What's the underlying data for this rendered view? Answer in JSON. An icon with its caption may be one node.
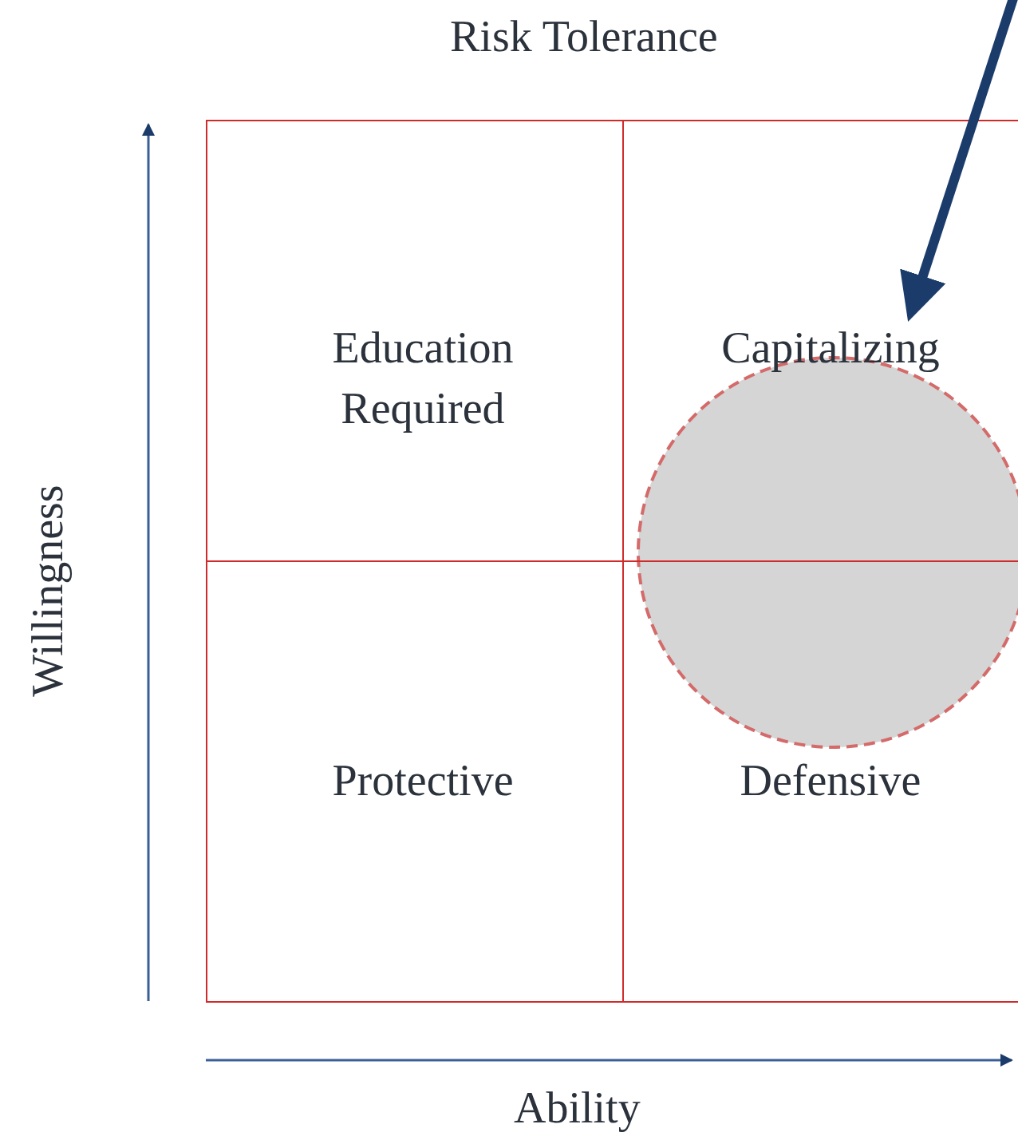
{
  "diagram": {
    "title": "Risk Tolerance",
    "nodes": [
      {
        "text": [
          "Education Required"
        ]
      },
      {
        "text": [
          "Capitalizing"
        ]
      },
      {
        "text": [
          "Protective"
        ]
      },
      {
        "text": [
          "Defensive"
        ]
      },
      {
        "text": [],
        "shape": "circle"
      }
    ],
    "edges": [
      {
        "from": null,
        "to": 4,
        "arrow": "to"
      }
    ],
    "labels": [
      "Willingness",
      "Ability"
    ]
  }
}
